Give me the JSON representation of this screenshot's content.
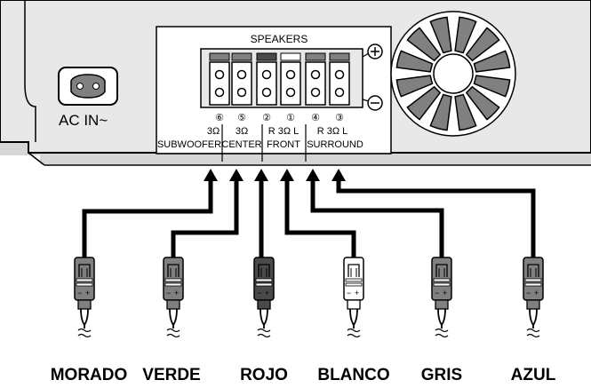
{
  "panel": {
    "ac_label": "AC IN~",
    "speakers_title": "SPEAKERS",
    "plus_symbol": "⊕",
    "minus_symbol": "⊖"
  },
  "terminals": [
    {
      "num": "⑥",
      "spec": "3Ω",
      "group": "SUBWOOFER"
    },
    {
      "num": "⑤",
      "spec": "3Ω",
      "group": "CENTER"
    },
    {
      "num": "②",
      "spec": "R",
      "group": "FRONT"
    },
    {
      "num": "①",
      "spec": "3Ω L",
      "group": ""
    },
    {
      "num": "④",
      "spec": "R 3Ω L",
      "group": "SURROUND"
    },
    {
      "num": "③",
      "spec": "",
      "group": ""
    }
  ],
  "groups": {
    "subwoofer": "SUBWOOFER",
    "center": "CENTER",
    "front": "FRONT",
    "surround": "SURROUND",
    "sub_spec": "3Ω",
    "center_spec": "3Ω",
    "front_spec": "R 3Ω L",
    "surround_spec": "R 3Ω L"
  },
  "connectors": [
    {
      "label": "MORADO",
      "color": "#808080"
    },
    {
      "label": "VERDE",
      "color": "#808080"
    },
    {
      "label": "ROJO",
      "color": "#4a4a4a"
    },
    {
      "label": "BLANCO",
      "color": "#ffffff"
    },
    {
      "label": "GRIS",
      "color": "#808080"
    },
    {
      "label": "AZUL",
      "color": "#808080"
    }
  ],
  "colors": {
    "panel_fill": "#e8e8e8",
    "line": "#000000",
    "fan_fill": "#808080"
  }
}
